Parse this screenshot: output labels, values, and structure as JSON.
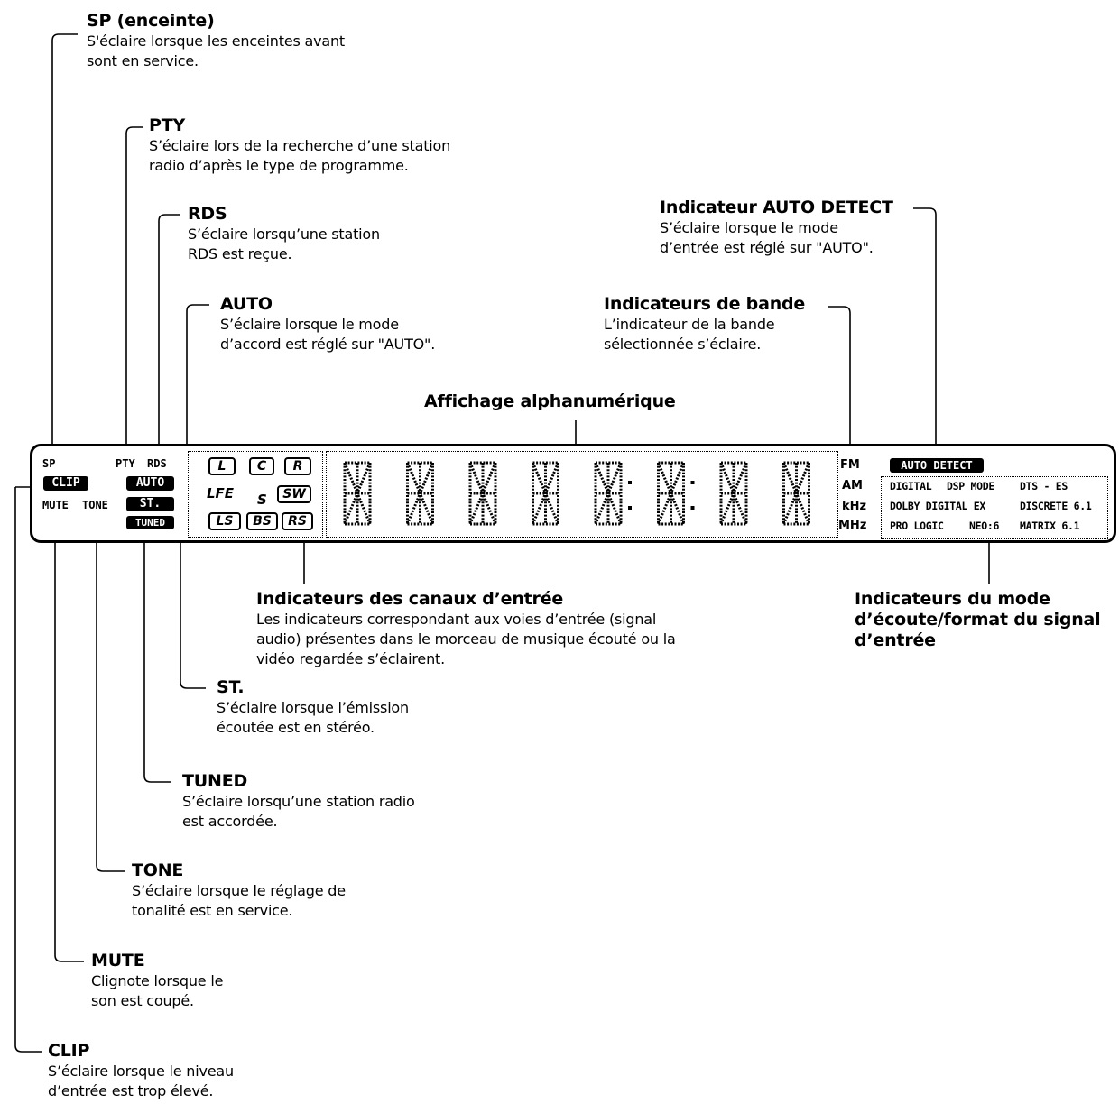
{
  "callouts": {
    "sp": {
      "title": "SP (enceinte)",
      "desc": [
        "S'éclaire lorsque les enceintes avant",
        "sont en service."
      ]
    },
    "pty": {
      "title": "PTY",
      "desc": [
        "S’éclaire lors de la recherche d’une station",
        "radio d’après le type de programme."
      ]
    },
    "rds": {
      "title": "RDS",
      "desc": [
        "S’éclaire lorsqu’une station",
        "RDS est reçue."
      ]
    },
    "auto": {
      "title": "AUTO",
      "desc": [
        "S’éclaire lorsque le mode",
        "d’accord est réglé sur \"AUTO\"."
      ]
    },
    "auto_detect": {
      "title": "Indicateur AUTO DETECT",
      "desc": [
        "S’éclaire lorsque le mode",
        "d’entrée est réglé sur \"AUTO\"."
      ]
    },
    "band": {
      "title": "Indicateurs de bande",
      "desc": [
        "L’indicateur de la bande",
        "sélectionnée s’éclaire."
      ]
    },
    "alpha": {
      "title": "Affichage alphanumérique"
    },
    "channels": {
      "title": "Indicateurs des canaux d’entrée",
      "desc": [
        "Les indicateurs correspondant aux voies d’entrée (signal",
        "audio) présentes dans le morceau de musique écouté ou la",
        "vidéo regardée s’éclairent."
      ]
    },
    "listening": {
      "title": [
        "Indicateurs du mode",
        "d’écoute/format du signal",
        "d’entrée"
      ]
    },
    "st": {
      "title": "ST.",
      "desc": [
        "S’éclaire lorsque l’émission",
        "écoutée est en stéréo."
      ]
    },
    "tuned": {
      "title": "TUNED",
      "desc": [
        "S’éclaire lorsqu’une station radio",
        "est accordée."
      ]
    },
    "tone": {
      "title": "TONE",
      "desc": [
        "S’éclaire lorsque le réglage de",
        "tonalité est en service."
      ]
    },
    "mute": {
      "title": "MUTE",
      "desc": [
        "Clignote lorsque le",
        "son est coupé."
      ]
    },
    "clip": {
      "title": "CLIP",
      "desc": [
        "S’éclaire lorsque le niveau",
        "d’entrée est trop élevé."
      ]
    }
  },
  "display": {
    "sp": "SP",
    "pty": "PTY",
    "rds": "RDS",
    "clip": "CLIP",
    "auto": "AUTO",
    "mute": "MUTE",
    "tone": "TONE",
    "st": "ST.",
    "tuned": "TUNED",
    "channels": {
      "l": "L",
      "c": "C",
      "r": "R",
      "lfe": "LFE",
      "s": "S",
      "sw": "SW",
      "ls": "LS",
      "bs": "BS",
      "rs": "RS"
    },
    "fm": "FM",
    "am": "AM",
    "khz": "kHz",
    "mhz": "MHz",
    "auto_detect": "AUTO DETECT",
    "formats": {
      "digital": "DIGITAL",
      "dsp_mode": "DSP MODE",
      "dts_es": "DTS - ES",
      "dolby_digital_ex": "DOLBY DIGITAL EX",
      "discrete": "DISCRETE 6.1",
      "pro_logic": "PRO LOGIC",
      "neo6": "NEO:6",
      "matrix": "MATRIX 6.1"
    }
  }
}
